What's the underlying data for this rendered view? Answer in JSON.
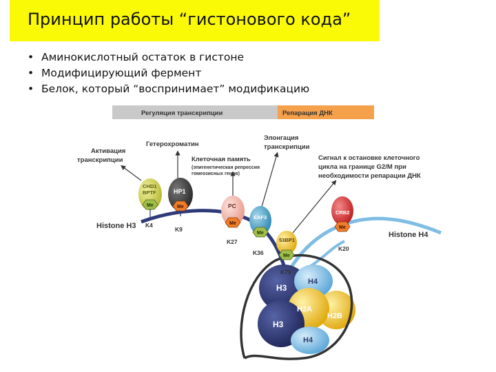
{
  "title": "Принцип работы “гистонового кода”",
  "bullets": [
    "Аминокислотный остаток в гистоне",
    "Модифицирующий фермент",
    "Белок, который “воспринимает” модификацию"
  ],
  "diagram": {
    "band_left": "Регуляция транскрипции",
    "band_right": "Репарация ДНК",
    "callouts": {
      "activation": [
        "Активация",
        "транскрипции"
      ],
      "heterochromatin": "Гетерохроматин",
      "memory": [
        "Клеточная память",
        "(эпигенетическая репрессия",
        "гомеозисных генов)"
      ],
      "elongation": [
        "Элонгация",
        "транскрипции"
      ],
      "arrest": [
        "Сигнал к остановке клеточного",
        "цикла на границе G2/M при",
        "необходимости репарации ДНК"
      ]
    },
    "readers": {
      "chd1": [
        "CHD1",
        "BPTF"
      ],
      "hp1": "HP1",
      "pc": "PC",
      "eaf3": "EAF3",
      "p53bp1": "53BP1",
      "crb2": "CRB2"
    },
    "mark_me": "Me",
    "residues": {
      "k4": "K4",
      "k9": "K9",
      "k27": "K27",
      "k36": "K36",
      "k79": "K79",
      "k20": "K20"
    },
    "tails": {
      "h3": "Histone H3",
      "h4": "Histone H4"
    },
    "core": {
      "h3a": "H3",
      "h3b": "H3",
      "h4a": "H4",
      "h4b": "H4",
      "h2a": "H2A",
      "h2b": "H2B"
    },
    "colors": {
      "title_bg": "#fafa06",
      "band_grey": "#c9c9c9",
      "band_orange": "#f5a04a",
      "h3_navy": "#2f3a78",
      "h4_blue": "#7fbde3",
      "h2_gold": "#f1c21a",
      "mark_orange": "#f07d2a",
      "mark_green": "#9fbf4a"
    }
  }
}
